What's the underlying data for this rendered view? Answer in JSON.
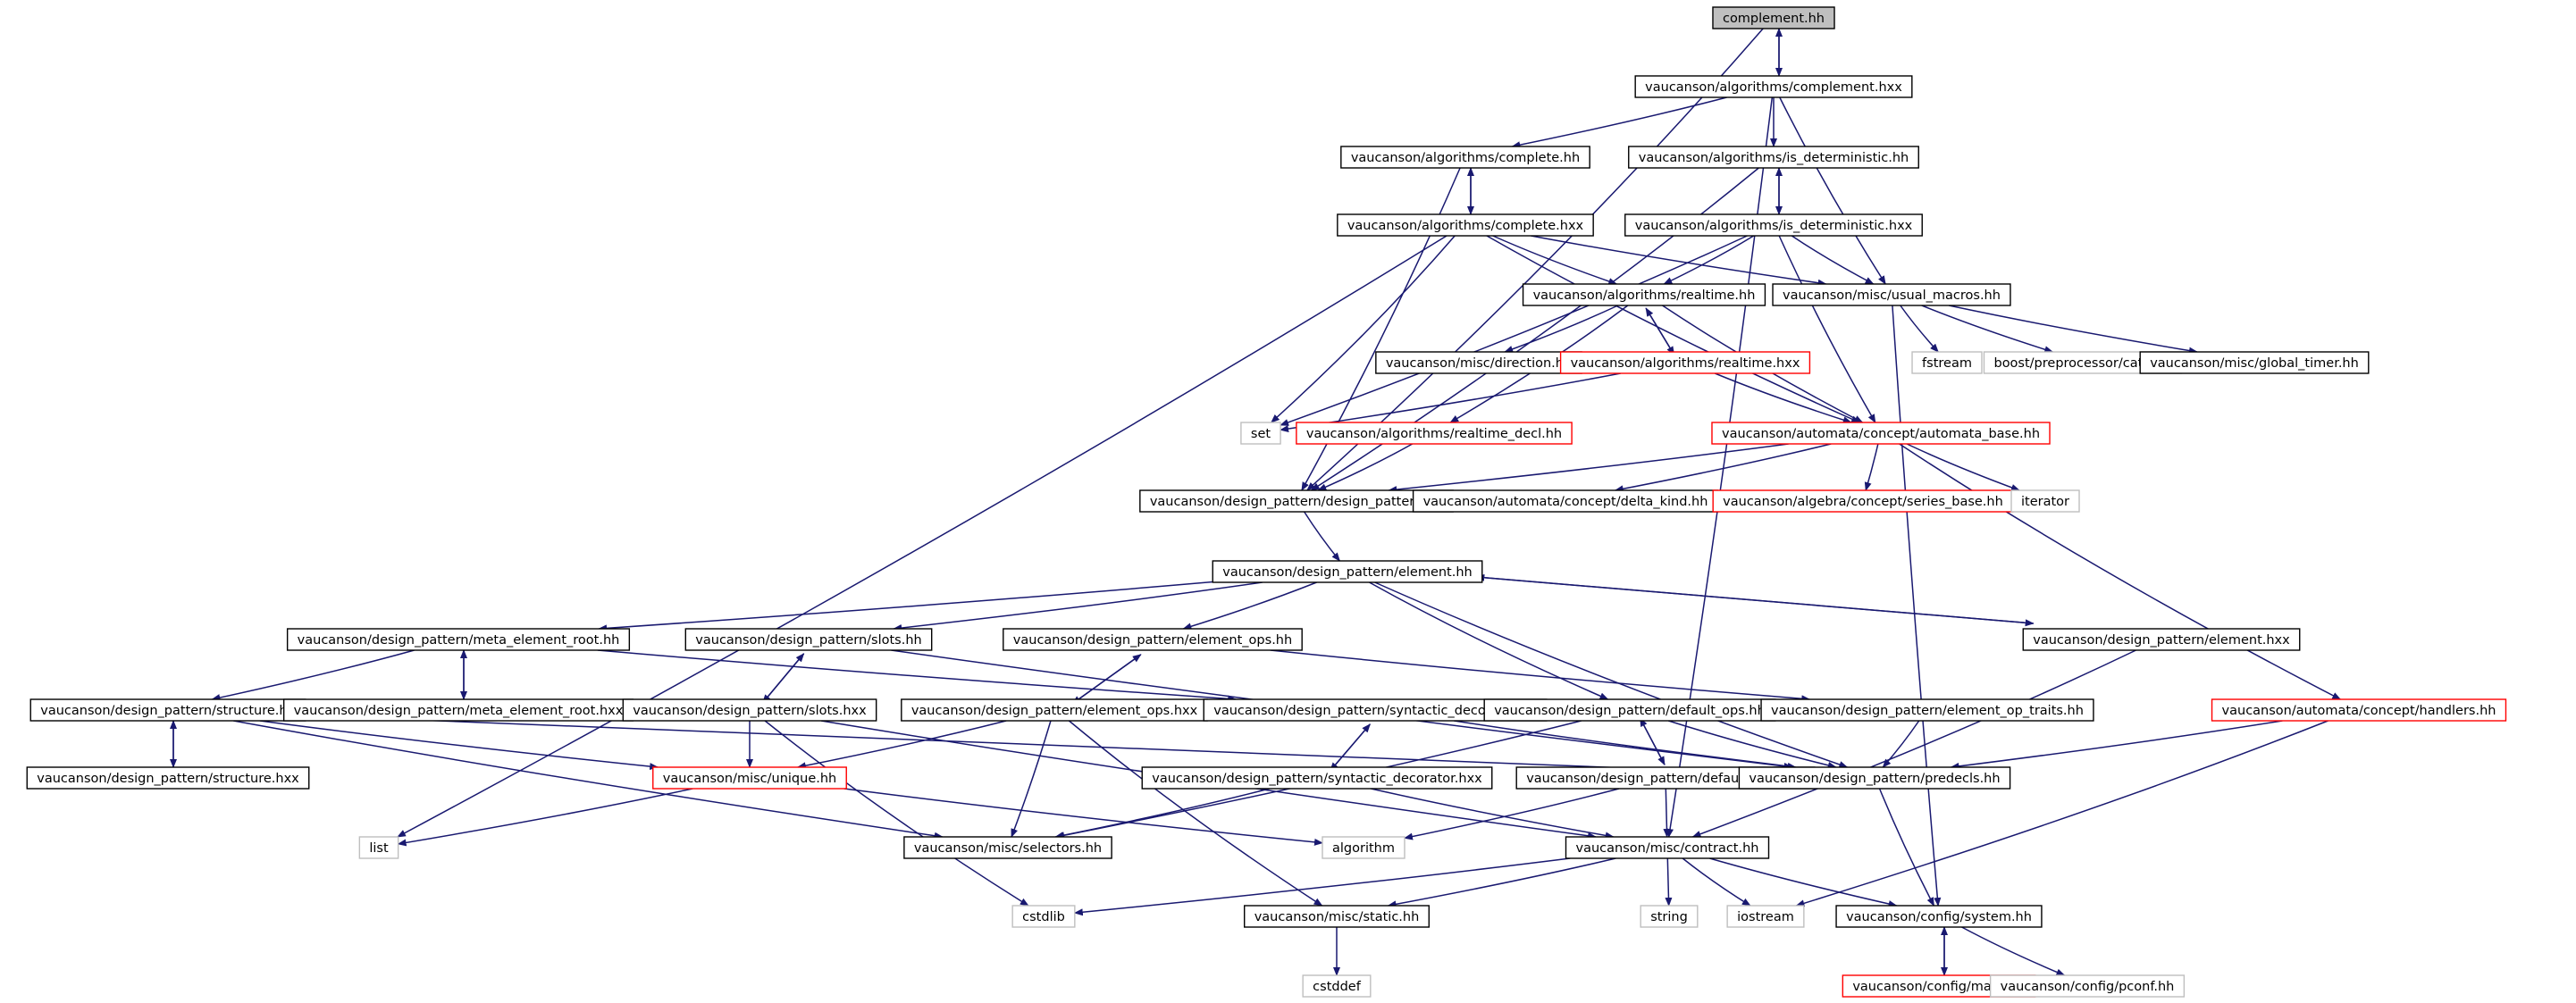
{
  "colors": {
    "edge": "#191970",
    "normal_border": "#000000",
    "missing_border": "#ff0000",
    "external_border": "#bfbfbf",
    "root_fill": "#bfbfbf",
    "fill": "#ffffff"
  },
  "nodes": [
    {
      "id": "n0",
      "label": "complement.hh",
      "kind": "root"
    },
    {
      "id": "n1",
      "label": "vaucanson/algorithms/complement.hxx",
      "kind": "normal"
    },
    {
      "id": "n2",
      "label": "vaucanson/algorithms/complete.hh",
      "kind": "normal"
    },
    {
      "id": "n3",
      "label": "vaucanson/algorithms/is_deterministic.hh",
      "kind": "normal"
    },
    {
      "id": "n4",
      "label": "vaucanson/algorithms/complete.hxx",
      "kind": "normal"
    },
    {
      "id": "n5",
      "label": "vaucanson/algorithms/is_deterministic.hxx",
      "kind": "normal"
    },
    {
      "id": "n6",
      "label": "vaucanson/algorithms/realtime.hh",
      "kind": "normal"
    },
    {
      "id": "n7",
      "label": "vaucanson/misc/usual_macros.hh",
      "kind": "normal"
    },
    {
      "id": "n8",
      "label": "fstream",
      "kind": "external"
    },
    {
      "id": "n9",
      "label": "boost/preprocessor/cat.hpp",
      "kind": "external"
    },
    {
      "id": "n10",
      "label": "vaucanson/misc/global_timer.hh",
      "kind": "normal"
    },
    {
      "id": "n11",
      "label": "vaucanson/misc/direction.hh",
      "kind": "normal"
    },
    {
      "id": "n12",
      "label": "vaucanson/algorithms/realtime.hxx",
      "kind": "missing"
    },
    {
      "id": "n13",
      "label": "set",
      "kind": "external"
    },
    {
      "id": "n14",
      "label": "vaucanson/algorithms/realtime_decl.hh",
      "kind": "missing"
    },
    {
      "id": "n15",
      "label": "vaucanson/automata/concept/automata_base.hh",
      "kind": "missing"
    },
    {
      "id": "n16",
      "label": "vaucanson/design_pattern/design_pattern.hh",
      "kind": "normal"
    },
    {
      "id": "n17",
      "label": "vaucanson/automata/concept/delta_kind.hh",
      "kind": "normal"
    },
    {
      "id": "n18",
      "label": "vaucanson/algebra/concept/series_base.hh",
      "kind": "missing"
    },
    {
      "id": "n19",
      "label": "iterator",
      "kind": "external"
    },
    {
      "id": "n20",
      "label": "vaucanson/design_pattern/element.hh",
      "kind": "normal"
    },
    {
      "id": "n21",
      "label": "vaucanson/design_pattern/meta_element_root.hh",
      "kind": "normal"
    },
    {
      "id": "n22",
      "label": "vaucanson/design_pattern/slots.hh",
      "kind": "normal"
    },
    {
      "id": "n23",
      "label": "vaucanson/design_pattern/element_ops.hh",
      "kind": "normal"
    },
    {
      "id": "n24",
      "label": "vaucanson/design_pattern/element.hxx",
      "kind": "normal"
    },
    {
      "id": "n25",
      "label": "vaucanson/design_pattern/structure.hh",
      "kind": "normal"
    },
    {
      "id": "n26",
      "label": "vaucanson/design_pattern/meta_element_root.hxx",
      "kind": "normal"
    },
    {
      "id": "n27",
      "label": "vaucanson/design_pattern/slots.hxx",
      "kind": "normal"
    },
    {
      "id": "n28",
      "label": "vaucanson/design_pattern/element_ops.hxx",
      "kind": "normal"
    },
    {
      "id": "n29",
      "label": "vaucanson/design_pattern/syntactic_decorator.hh",
      "kind": "normal"
    },
    {
      "id": "n30",
      "label": "vaucanson/design_pattern/default_ops.hh",
      "kind": "normal"
    },
    {
      "id": "n31",
      "label": "vaucanson/design_pattern/element_op_traits.hh",
      "kind": "normal"
    },
    {
      "id": "n32",
      "label": "vaucanson/automata/concept/handlers.hh",
      "kind": "missing"
    },
    {
      "id": "n33",
      "label": "vaucanson/design_pattern/structure.hxx",
      "kind": "normal"
    },
    {
      "id": "n34",
      "label": "vaucanson/misc/unique.hh",
      "kind": "missing"
    },
    {
      "id": "n35",
      "label": "vaucanson/design_pattern/syntactic_decorator.hxx",
      "kind": "normal"
    },
    {
      "id": "n36",
      "label": "vaucanson/design_pattern/default_ops.hxx",
      "kind": "normal"
    },
    {
      "id": "n37",
      "label": "vaucanson/design_pattern/predecls.hh",
      "kind": "normal"
    },
    {
      "id": "n38",
      "label": "list",
      "kind": "external"
    },
    {
      "id": "n39",
      "label": "vaucanson/misc/selectors.hh",
      "kind": "normal"
    },
    {
      "id": "n40",
      "label": "algorithm",
      "kind": "external"
    },
    {
      "id": "n41",
      "label": "vaucanson/misc/contract.hh",
      "kind": "normal"
    },
    {
      "id": "n42",
      "label": "cstdlib",
      "kind": "external"
    },
    {
      "id": "n43",
      "label": "vaucanson/misc/static.hh",
      "kind": "normal"
    },
    {
      "id": "n44",
      "label": "string",
      "kind": "external"
    },
    {
      "id": "n45",
      "label": "iostream",
      "kind": "external"
    },
    {
      "id": "n46",
      "label": "vaucanson/config/system.hh",
      "kind": "normal"
    },
    {
      "id": "n47",
      "label": "cstddef",
      "kind": "external"
    },
    {
      "id": "n48",
      "label": "vaucanson/config/math.hh",
      "kind": "missing"
    },
    {
      "id": "n49",
      "label": "vaucanson/config/pconf.hh",
      "kind": "external"
    }
  ],
  "edges": [
    [
      "n0",
      "n1"
    ],
    [
      "n1",
      "n0"
    ],
    [
      "n0",
      "n16"
    ],
    [
      "n1",
      "n2"
    ],
    [
      "n1",
      "n3"
    ],
    [
      "n1",
      "n7"
    ],
    [
      "n1",
      "n41"
    ],
    [
      "n2",
      "n4"
    ],
    [
      "n4",
      "n2"
    ],
    [
      "n2",
      "n16"
    ],
    [
      "n3",
      "n5"
    ],
    [
      "n5",
      "n3"
    ],
    [
      "n3",
      "n16"
    ],
    [
      "n4",
      "n6"
    ],
    [
      "n4",
      "n7"
    ],
    [
      "n4",
      "n13"
    ],
    [
      "n4",
      "n15"
    ],
    [
      "n4",
      "n38"
    ],
    [
      "n5",
      "n6"
    ],
    [
      "n5",
      "n7"
    ],
    [
      "n5",
      "n13"
    ],
    [
      "n5",
      "n15"
    ],
    [
      "n6",
      "n11"
    ],
    [
      "n6",
      "n12"
    ],
    [
      "n12",
      "n6"
    ],
    [
      "n6",
      "n14"
    ],
    [
      "n6",
      "n15"
    ],
    [
      "n7",
      "n8"
    ],
    [
      "n7",
      "n9"
    ],
    [
      "n7",
      "n10"
    ],
    [
      "n7",
      "n46"
    ],
    [
      "n12",
      "n13"
    ],
    [
      "n12",
      "n15"
    ],
    [
      "n14",
      "n16"
    ],
    [
      "n15",
      "n16"
    ],
    [
      "n15",
      "n17"
    ],
    [
      "n15",
      "n18"
    ],
    [
      "n15",
      "n19"
    ],
    [
      "n15",
      "n32"
    ],
    [
      "n16",
      "n20"
    ],
    [
      "n20",
      "n21"
    ],
    [
      "n20",
      "n22"
    ],
    [
      "n20",
      "n23"
    ],
    [
      "n20",
      "n24"
    ],
    [
      "n24",
      "n20"
    ],
    [
      "n20",
      "n30"
    ],
    [
      "n20",
      "n37"
    ],
    [
      "n21",
      "n26"
    ],
    [
      "n26",
      "n21"
    ],
    [
      "n21",
      "n25"
    ],
    [
      "n21",
      "n29"
    ],
    [
      "n22",
      "n27"
    ],
    [
      "n27",
      "n22"
    ],
    [
      "n22",
      "n37"
    ],
    [
      "n23",
      "n28"
    ],
    [
      "n28",
      "n23"
    ],
    [
      "n23",
      "n31"
    ],
    [
      "n24",
      "n41"
    ],
    [
      "n25",
      "n33"
    ],
    [
      "n33",
      "n25"
    ],
    [
      "n25",
      "n34"
    ],
    [
      "n25",
      "n37"
    ],
    [
      "n25",
      "n39"
    ],
    [
      "n27",
      "n34"
    ],
    [
      "n27",
      "n42"
    ],
    [
      "n27",
      "n41"
    ],
    [
      "n28",
      "n39"
    ],
    [
      "n28",
      "n34"
    ],
    [
      "n28",
      "n43"
    ],
    [
      "n29",
      "n35"
    ],
    [
      "n35",
      "n29"
    ],
    [
      "n29",
      "n37"
    ],
    [
      "n30",
      "n36"
    ],
    [
      "n36",
      "n30"
    ],
    [
      "n30",
      "n39"
    ],
    [
      "n30",
      "n37"
    ],
    [
      "n31",
      "n37"
    ],
    [
      "n32",
      "n37"
    ],
    [
      "n32",
      "n45"
    ],
    [
      "n34",
      "n38"
    ],
    [
      "n34",
      "n40"
    ],
    [
      "n35",
      "n39"
    ],
    [
      "n35",
      "n41"
    ],
    [
      "n36",
      "n40"
    ],
    [
      "n36",
      "n41"
    ],
    [
      "n37",
      "n46"
    ],
    [
      "n41",
      "n42"
    ],
    [
      "n41",
      "n43"
    ],
    [
      "n41",
      "n44"
    ],
    [
      "n41",
      "n45"
    ],
    [
      "n41",
      "n46"
    ],
    [
      "n43",
      "n47"
    ],
    [
      "n46",
      "n48"
    ],
    [
      "n48",
      "n46"
    ],
    [
      "n46",
      "n49"
    ]
  ]
}
